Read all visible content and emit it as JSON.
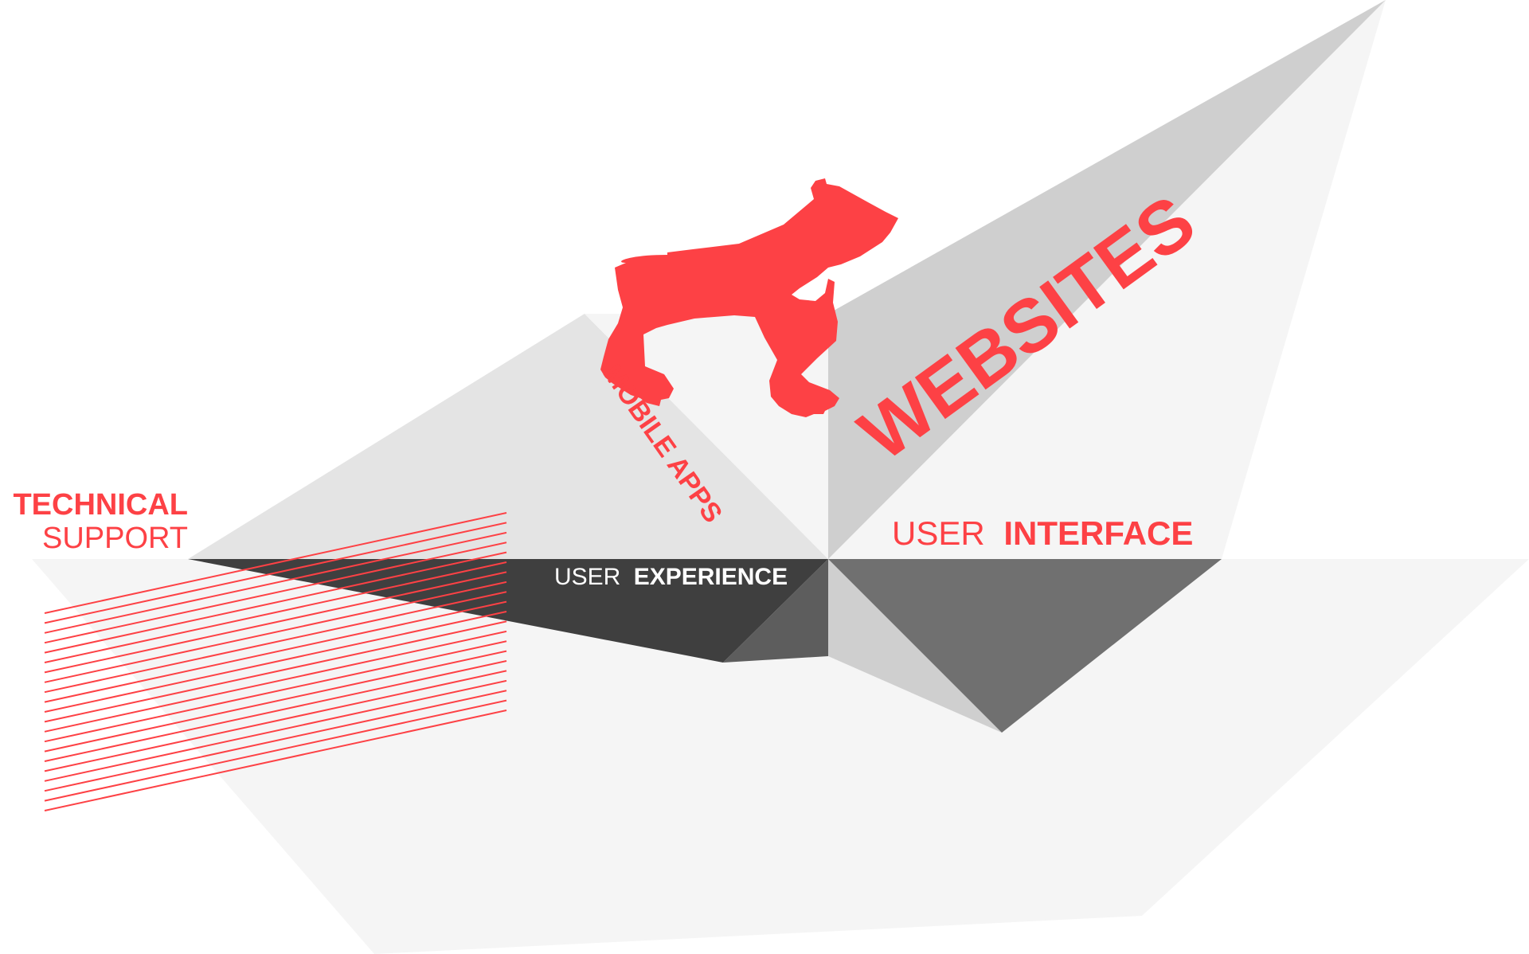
{
  "colors": {
    "accent": "#fd4145",
    "light": "#f5f5f5",
    "mid_light": "#e4e4e4",
    "mid": "#cfcfcf",
    "dark": "#3f3f3f",
    "dark_mid": "#5d5d5d",
    "gray": "#707070",
    "white": "#ffffff"
  },
  "labels": {
    "technical": "TECHNICAL",
    "support": "SUPPORT",
    "mobile_apps": "MOBILE APPS",
    "websites": "WEBSITES",
    "user_interface_light": "USER",
    "user_interface_bold": "INTERFACE",
    "user_experience_light": "USER",
    "user_experience_bold": "EXPERIENCE"
  },
  "icons": {
    "mascot": "polar-bear-icon"
  }
}
